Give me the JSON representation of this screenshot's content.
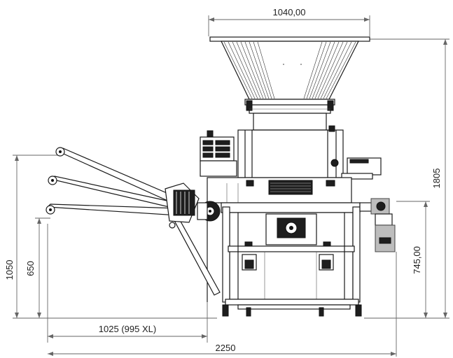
{
  "dimensions": {
    "hopper_width": "1040,00",
    "total_height": "1805",
    "outlet_height": "745,00",
    "arm_height": "1050",
    "arm_low_height": "650",
    "arm_reach": "1025 (995 XL)",
    "total_width": "2250"
  },
  "colors": {
    "line": "#1a1a1a",
    "dimension": "#666666"
  }
}
